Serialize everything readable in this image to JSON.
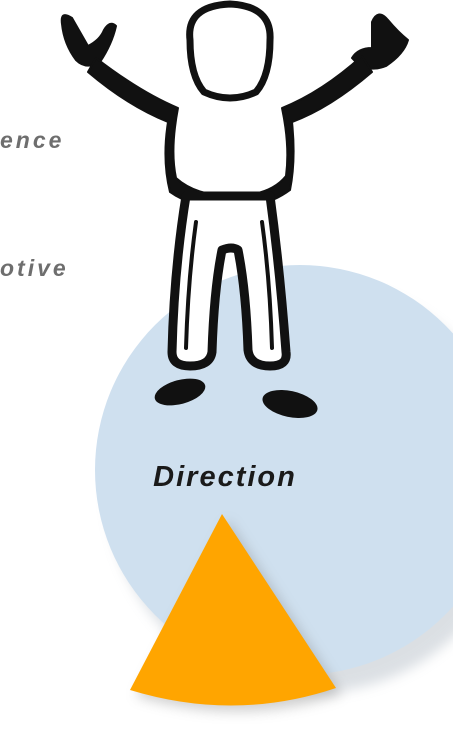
{
  "labels": {
    "top_left": "ence",
    "mid_left": "otive",
    "center": "Direction"
  },
  "colors": {
    "circle": "#cfe0ef",
    "circle_shadow": "#9aa6b2",
    "cone": "#ffa500",
    "figure": "#111111",
    "left_text": "#6e6e6e",
    "center_text": "#1a1a1a"
  },
  "icons": {
    "figure": "cheering-person-icon",
    "cone": "orange-sector-icon"
  }
}
